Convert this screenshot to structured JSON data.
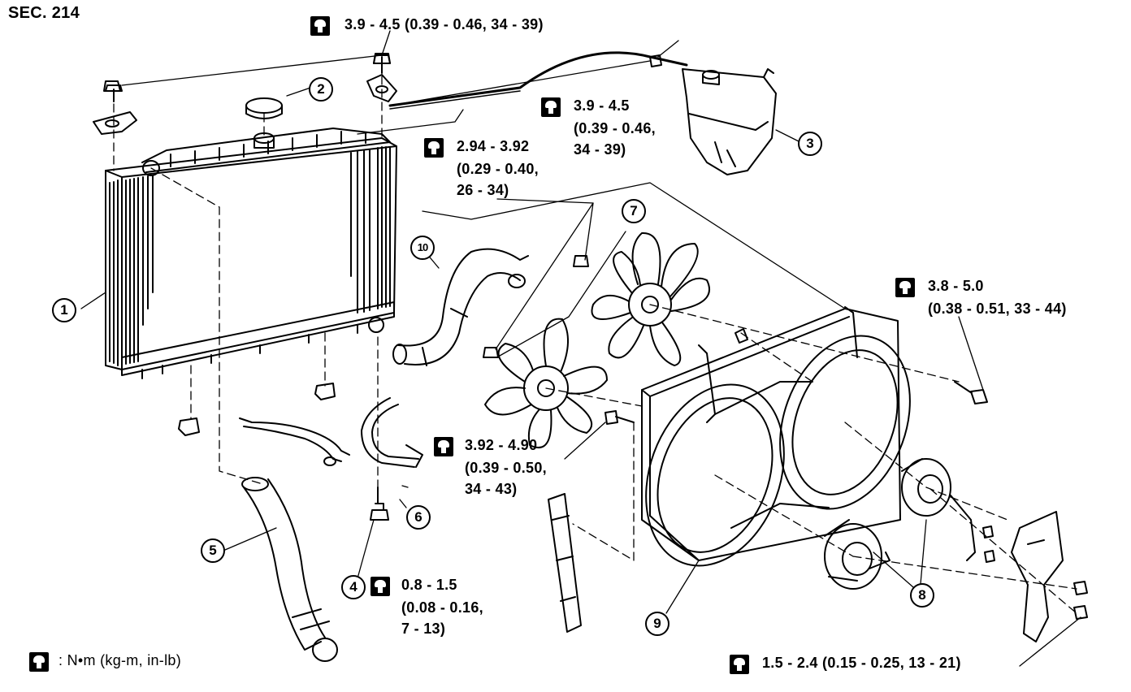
{
  "section": "SEC. 214",
  "legend": {
    "icon": "torque-icon",
    "text": ": N•m (kg-m, in-lb)"
  },
  "callouts": [
    "1",
    "2",
    "3",
    "4",
    "5",
    "6",
    "7",
    "8",
    "9",
    "10"
  ],
  "torque_specs": {
    "top": "3.9 - 4.5 (0.39 - 0.46, 34 - 39)",
    "reservoir": [
      "3.9 - 4.5",
      "(0.39 - 0.46,",
      "34 - 39)"
    ],
    "fan_upper": [
      "2.94 - 3.92",
      "(0.29 - 0.40,",
      "26 - 34)"
    ],
    "shroud": [
      "3.8 - 5.0",
      "(0.38 - 0.51, 33 - 44)"
    ],
    "fan_lower": [
      "3.92 - 4.90",
      "(0.39 - 0.50,",
      "34 - 43)"
    ],
    "drain": [
      "0.8 - 1.5",
      "(0.08 - 0.16,",
      "7 - 13)"
    ],
    "bottom": "1.5 - 2.4 (0.15 - 0.25, 13 - 21)"
  }
}
